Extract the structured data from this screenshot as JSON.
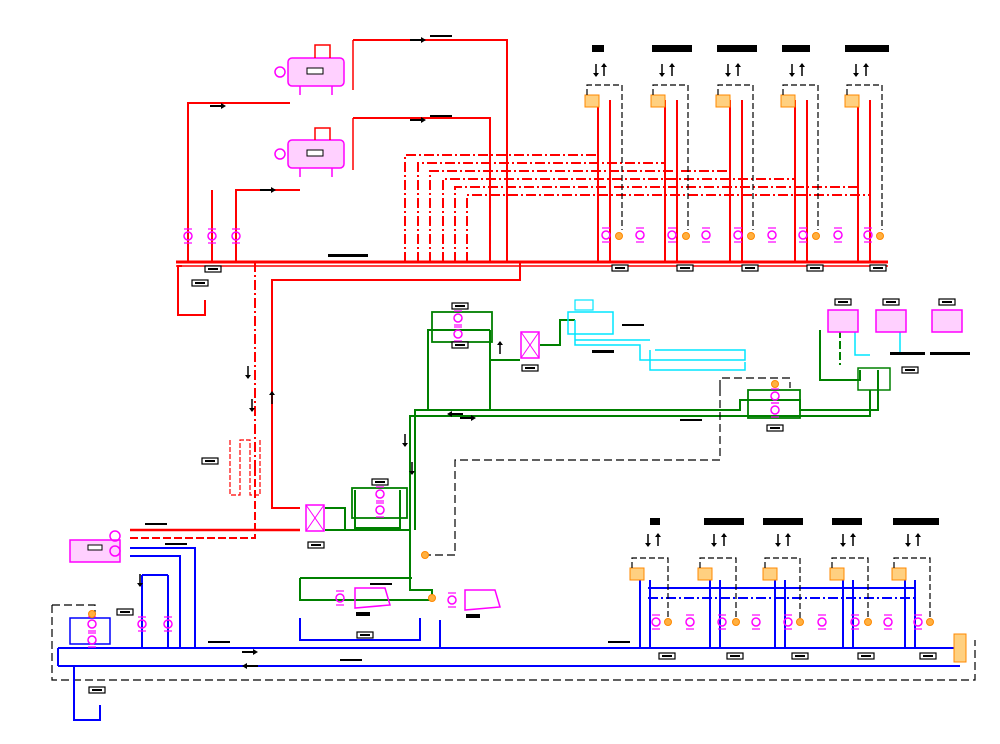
{
  "colors": {
    "background": "#ffffff",
    "heating_loop": "#ff0000",
    "chilled_loop": "#0000ff",
    "cooling_tower_loop": "#008000",
    "condenser_water": "#00e5ff",
    "equipment": "#ff00ff",
    "controls": "#000000",
    "valve_accent": "#ff9900"
  },
  "icons": {
    "boiler": "boiler-icon",
    "chiller": "chiller-icon",
    "pump": "pump-icon",
    "heat_exchanger": "heat-exchanger-icon",
    "cooling_tower": "cooling-tower-icon",
    "expansion_tank": "expansion-tank-icon",
    "air_handler": "air-handler-icon",
    "valve": "valve-icon",
    "flow_arrow": "flow-arrow-icon"
  },
  "heating_system": {
    "boilers": 2,
    "boiler_pumps": 3,
    "zones": 5,
    "zone_pumps": 9
  },
  "chilled_system": {
    "chillers": 2,
    "zones": 5,
    "zone_pumps": 10
  },
  "cooling_towers": 3
}
